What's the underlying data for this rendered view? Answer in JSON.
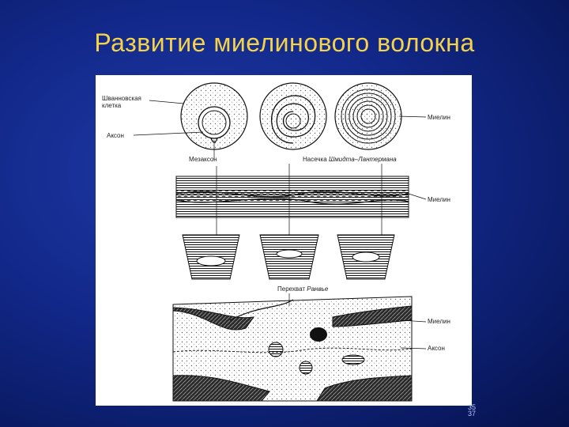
{
  "slide": {
    "title": "Развитие миелинового волокна",
    "page_numbers": [
      "35",
      "37"
    ]
  },
  "figure": {
    "labels": {
      "schwann_cell_line1": "Шванновская",
      "schwann_cell_line2": "клетка",
      "axon_top": "Аксон",
      "myelin_top": "Миелин",
      "mesaxon": "Мезаксон",
      "incisure_prefix": "Насечка ",
      "incisure_name": "Шмидта–Лантермана",
      "myelin_middle": "Миелин",
      "node_prefix": "Перехват ",
      "node_name": "Ранвье",
      "myelin_bottom": "Миелин",
      "axon_bottom": "Аксон"
    }
  }
}
